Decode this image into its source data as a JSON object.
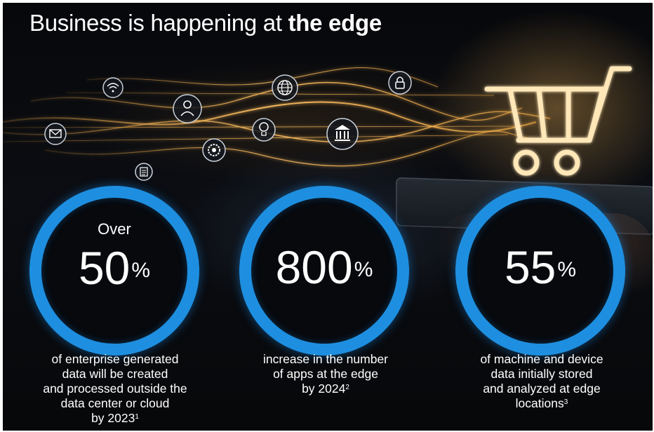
{
  "title": {
    "prefix": "Business is happening at ",
    "emphasis": "the edge"
  },
  "icons": [
    "wifi-icon",
    "email-icon",
    "person-icon",
    "gear-icon",
    "document-icon",
    "globe-icon",
    "lightbulb-icon",
    "bank-icon",
    "lock-icon",
    "shopping-cart-icon"
  ],
  "colors": {
    "ring": "#1e8fe0",
    "glow": "#ffb347",
    "background": "#07080b"
  },
  "stats": [
    {
      "prefix": "Over",
      "value": "50",
      "unit": "%",
      "caption": [
        "of enterprise generated",
        "data will be created",
        "and processed outside the",
        "data center or cloud"
      ],
      "last_line": "by 2023",
      "footnote": "1"
    },
    {
      "prefix": "",
      "value": "800",
      "unit": "%",
      "caption": [
        "increase in the number",
        "of apps at the edge"
      ],
      "last_line": "by 2024",
      "footnote": "2"
    },
    {
      "prefix": "",
      "value": "55",
      "unit": "%",
      "caption": [
        "of machine and device",
        "data initially stored",
        "and analyzed at edge"
      ],
      "last_line": "locations",
      "footnote": "3"
    }
  ]
}
